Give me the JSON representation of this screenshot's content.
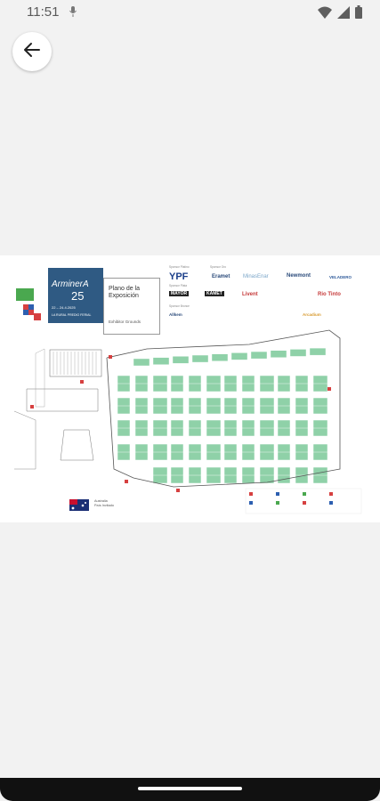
{
  "status": {
    "time": "11:51",
    "icons": [
      "mic-icon",
      "wifi-icon",
      "signal-icon",
      "battery-icon"
    ]
  },
  "nav": {
    "back_icon": "arrow-left-icon"
  },
  "map": {
    "brand": {
      "name": "ArminerA",
      "years": "25",
      "date": "22 – 24.4.2025",
      "venue": "LA RURAL PREDIO FERIAL"
    },
    "plan": {
      "title": "Plano de la Exposición",
      "subtitle": "Exhibitor Grounds"
    },
    "sponsors": {
      "heading_main": "Sponsor Platino",
      "heading_gold": "Sponsor Oro",
      "heading_silver": "Sponsor Plata",
      "heading_bronze": "Sponsor Bronce",
      "items": [
        "YPF",
        "Eramet",
        "MinasEnar",
        "Newmont",
        "VELADERO",
        "MAYOR",
        "KAMET",
        "Livent",
        "Rio Tinto",
        "Allkem",
        "Arcadium"
      ]
    },
    "footer": {
      "country_label": "Australia",
      "country_sub": "País Invitado"
    }
  },
  "colors": {
    "booth_green": "#8fd1a8",
    "booth_border": "#ffffff",
    "brand_blue": "#2f5a83",
    "accent_red": "#d64040"
  }
}
